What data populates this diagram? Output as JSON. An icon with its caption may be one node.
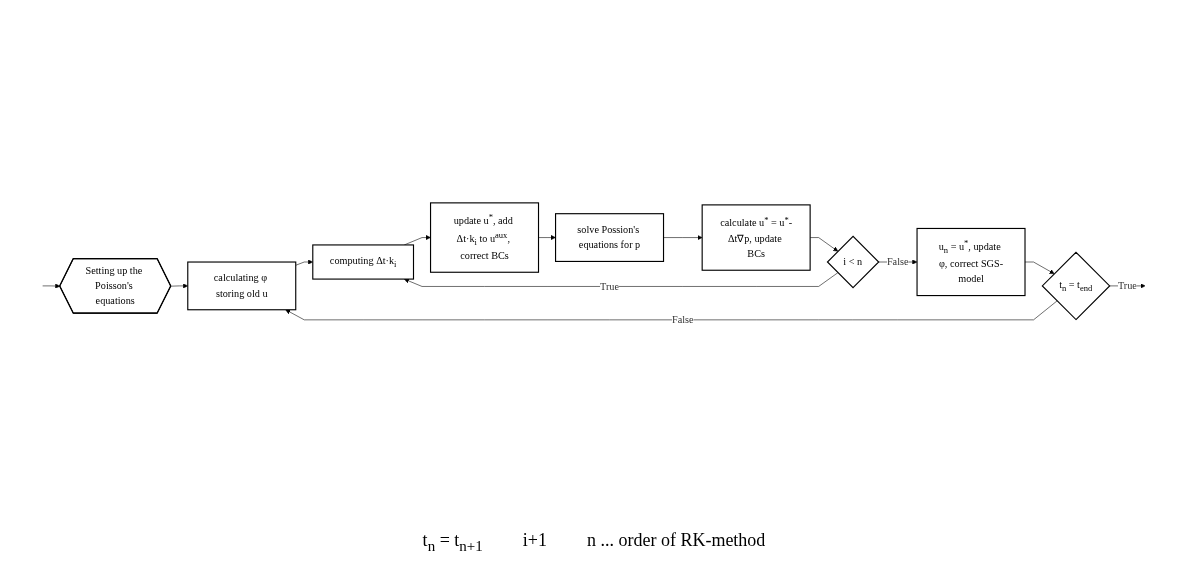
{
  "diagram": {
    "nodes": [
      {
        "text": [
          "Setting up the Poisson's equations"
        ]
      },
      {
        "text": [
          "calculating φ storing old u"
        ]
      },
      {
        "text": [
          "computing Δt·k$_{i}$"
        ]
      },
      {
        "text": [
          "update u$^{*}$, add Δt·k$_{i}$ to u$^{aux}$, correct BCs"
        ]
      },
      {
        "text": [
          "solve Possion's equations for p"
        ]
      },
      {
        "text": [
          "calculate u$^{*}$ = u$^{*}$-Δt∇p, update BCs"
        ]
      },
      {
        "text": [
          "i < n"
        ]
      },
      {
        "text": [
          "u$_{n}$ = u$^{*}$, update φ, correct SGS-model"
        ]
      },
      {
        "text": [
          "t$_{n}$ = t$_{end}$"
        ]
      }
    ],
    "edges": [
      {
        "from": null,
        "to": 0,
        "arrow": "to"
      },
      {
        "from": 0,
        "to": 1,
        "arrow": "to"
      },
      {
        "from": 1,
        "to": 2,
        "arrow": "to"
      },
      {
        "from": 2,
        "to": 3,
        "arrow": "to"
      },
      {
        "from": 3,
        "to": 4,
        "arrow": "to"
      },
      {
        "from": 4,
        "to": 5,
        "arrow": "to"
      },
      {
        "from": 5,
        "to": 6,
        "arrow": "to"
      },
      {
        "from": 6,
        "to": 2,
        "arrow": "to",
        "label": "True"
      },
      {
        "from": 6,
        "to": 7,
        "arrow": "to",
        "label": "False"
      },
      {
        "from": 7,
        "to": 8,
        "arrow": "to"
      },
      {
        "from": 8,
        "to": 1,
        "arrow": "to",
        "label": "False"
      },
      {
        "from": 8,
        "to": null,
        "arrow": "to",
        "label": "True"
      }
    ],
    "labels": [
      "t$_{n}$ = t$_{n+1}$",
      "i+1",
      "n ... order of RK-method"
    ]
  }
}
